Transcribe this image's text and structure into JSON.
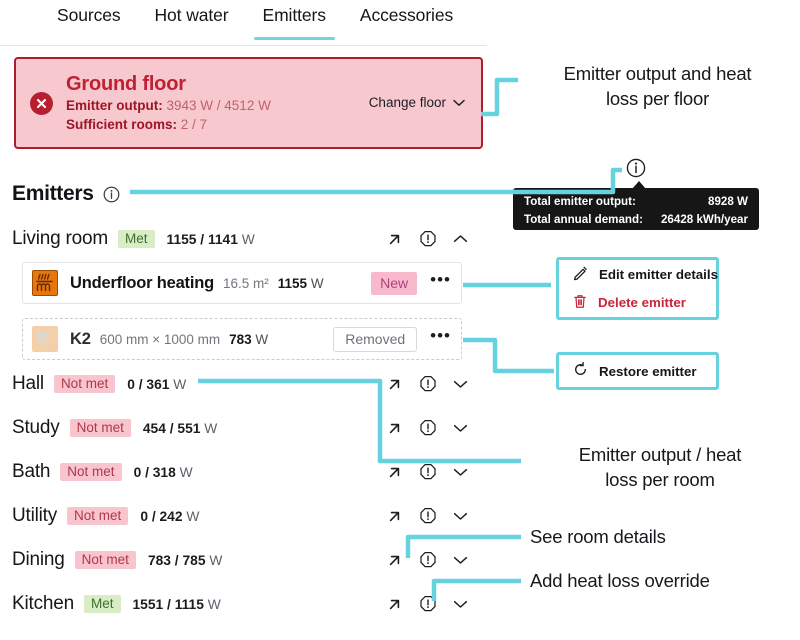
{
  "tabs": [
    {
      "label": "Sources",
      "active": false
    },
    {
      "label": "Hot water",
      "active": false
    },
    {
      "label": "Emitters",
      "active": true
    },
    {
      "label": "Accessories",
      "active": false
    }
  ],
  "floor_card": {
    "title": "Ground floor",
    "emitter_output_label": "Emitter output",
    "emitter_output_value": "3943 W / 4512 W",
    "sufficient_rooms_label": "Sufficient rooms",
    "sufficient_rooms_value": "2 / 7",
    "change_floor_label": "Change floor",
    "status_icon": "error-cross-icon",
    "accent_border": "#aa1f2e",
    "background": "#f7c9cf"
  },
  "section": {
    "heading": "Emitters",
    "info_icon": "info-icon"
  },
  "tooltip": {
    "rows": [
      {
        "label": "Total emitter output:",
        "value": "8928 W"
      },
      {
        "label": "Total annual demand:",
        "value": "26428 kWh/year"
      }
    ],
    "background": "#161616"
  },
  "rooms": [
    {
      "name": "Living room",
      "status": "Met",
      "status_kind": "met",
      "output": "1155",
      "sep": " / ",
      "demand": "1141",
      "unit": " W",
      "expanded": true
    },
    {
      "name": "Hall",
      "status": "Not met",
      "status_kind": "notmet",
      "output": "0",
      "sep": " / ",
      "demand": "361",
      "unit": " W",
      "expanded": false
    },
    {
      "name": "Study",
      "status": "Not met",
      "status_kind": "notmet",
      "output": "454",
      "sep": " / ",
      "demand": "551",
      "unit": " W",
      "expanded": false
    },
    {
      "name": "Bath",
      "status": "Not met",
      "status_kind": "notmet",
      "output": "0",
      "sep": " / ",
      "demand": "318",
      "unit": " W",
      "expanded": false
    },
    {
      "name": "Utility",
      "status": "Not met",
      "status_kind": "notmet",
      "output": "0",
      "sep": " / ",
      "demand": "242",
      "unit": " W",
      "expanded": false
    },
    {
      "name": "Dining",
      "status": "Not met",
      "status_kind": "notmet",
      "output": "783",
      "sep": " / ",
      "demand": "785",
      "unit": " W",
      "expanded": false
    },
    {
      "name": "Kitchen",
      "status": "Met",
      "status_kind": "met",
      "output": "1551",
      "sep": " / ",
      "demand": "1115",
      "unit": " W",
      "expanded": false
    }
  ],
  "emitters": [
    {
      "icon": "underfloor-heating-icon",
      "name": "Underfloor heating",
      "spec": "16.5 m²",
      "power": "1155",
      "power_unit": " W",
      "badge": "New",
      "badge_kind": "new",
      "menu_label": "emitter-options"
    },
    {
      "icon": "radiator-icon",
      "name": "K2",
      "spec": "600 mm × 1000 mm",
      "power": "783",
      "power_unit": " W",
      "badge": "Removed",
      "badge_kind": "removed",
      "menu_label": "emitter-options"
    }
  ],
  "menus": {
    "active_emitter": [
      {
        "label": "Edit emitter details",
        "icon": "pencil-icon",
        "kind": "normal"
      },
      {
        "label": "Delete emitter",
        "icon": "trash-icon",
        "kind": "danger"
      }
    ],
    "removed_emitter": [
      {
        "label": "Restore emitter",
        "icon": "restore-icon",
        "kind": "normal"
      }
    ]
  },
  "annotations": [
    {
      "id": "anno-floor",
      "line1": "Emitter output and heat",
      "line2": "loss per floor"
    },
    {
      "id": "anno-room",
      "line1": "Emitter output / heat",
      "line2": "loss per room"
    },
    {
      "id": "anno-details",
      "line1": "See room details",
      "line2": ""
    },
    {
      "id": "anno-override",
      "line1": "Add heat loss override",
      "line2": ""
    }
  ],
  "colors": {
    "accent_teal": "#66d2dd",
    "danger": "#c7253e",
    "met_bg": "#d8ecc6",
    "notmet_bg": "#f8c5ce"
  },
  "row_icons": {
    "open": "arrow-up-right-icon",
    "warning": "warning-octagon-icon",
    "chevron_down": "chevron-down-icon",
    "chevron_up": "chevron-up-icon"
  }
}
